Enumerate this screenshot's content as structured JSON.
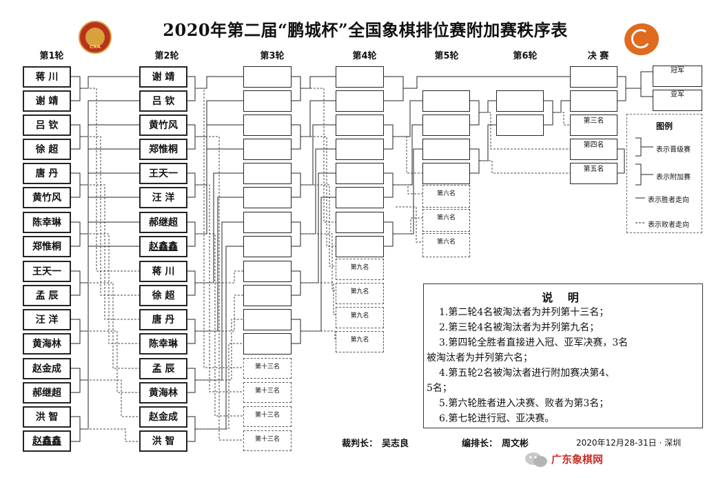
{
  "header": {
    "title": "2020年第二届“鹏城杯”全国象棋排位赛附加赛秩序表",
    "logo_left_text": "CXA"
  },
  "rounds": [
    "第1轮",
    "第2轮",
    "第3轮",
    "第4轮",
    "第5轮",
    "第6轮",
    "决 赛"
  ],
  "round1": [
    "蒋 川",
    "谢 靖",
    "吕 钦",
    "徐 超",
    "唐 丹",
    "黄竹风",
    "陈幸琳",
    "郑惟桐",
    "王天一",
    "孟 辰",
    "汪 洋",
    "黄海林",
    "赵金成",
    "郝继超",
    "洪 智",
    "赵鑫鑫"
  ],
  "round2": [
    "谢 靖",
    "吕 钦",
    "黄竹风",
    "郑惟桐",
    "王天一",
    "汪 洋",
    "郝继超",
    "赵鑫鑫",
    "蒋 川",
    "徐 超",
    "唐 丹",
    "陈幸琳",
    "孟 辰",
    "黄海林",
    "赵金成",
    "洪 智"
  ],
  "places": {
    "champion": "冠军",
    "runner_up": "亚军",
    "third": "第三名",
    "fourth": "第四名",
    "fifth": "第五名",
    "sixth": [
      "第六名",
      "第六名",
      "第六名"
    ],
    "ninth": [
      "第九名",
      "第九名",
      "第九名",
      "第九名"
    ],
    "thirteenth": [
      "第十三名",
      "第十三名",
      "第十三名",
      "第十三名"
    ]
  },
  "legend": {
    "title": "图例",
    "main_bracket": "表示晋级赛",
    "extra_bracket": "表示附加赛",
    "winner_path": "表示胜者走向",
    "loser_path": "表示败者走向"
  },
  "notes": {
    "title": "说 明",
    "lines": [
      "1.第二轮4名被淘汰者为并列第十三名；",
      "2.第三轮4名被淘汰者为并列第九名；",
      "3.第四轮全胜者直接进入冠、亚军决赛，3名",
      "被淘汰者为并列第六名；",
      "4.第五轮2名被淘汰者进行附加赛决第4、",
      "5名；",
      "5.第六轮胜者进入决赛、败者为第3名；",
      "6.第七轮进行冠、亚决赛。"
    ]
  },
  "footer": {
    "referee_label": "裁判长：",
    "referee_name": "吴志良",
    "arranger_label": "编排长：",
    "arranger_name": "周文彬",
    "date_place": "2020年12月28-31日 · 深圳"
  },
  "watermark": "广东象棋网"
}
